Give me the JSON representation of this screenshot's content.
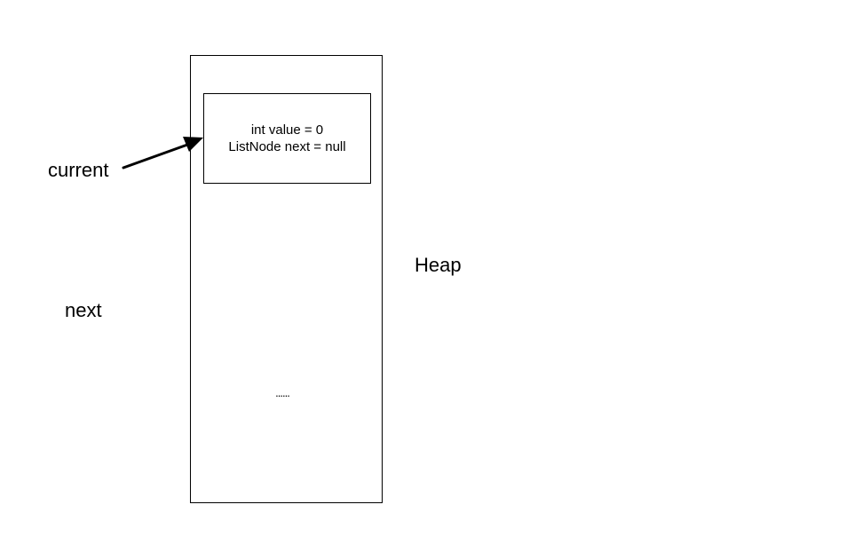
{
  "labels": {
    "current": "current",
    "next": "next",
    "heap": "Heap"
  },
  "node": {
    "field_value": "int value = 0",
    "field_next": "ListNode next = null"
  },
  "ellipsis": "......",
  "colors": {
    "stroke": "#000000",
    "background": "#ffffff"
  }
}
